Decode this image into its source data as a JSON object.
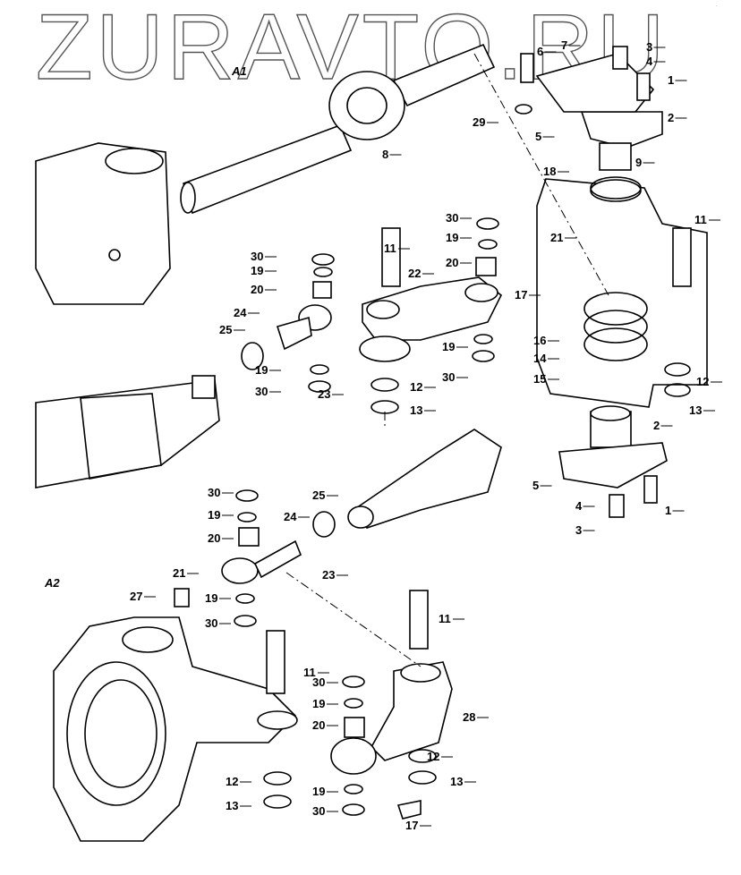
{
  "watermark": "ZURAVTO.RU",
  "groups": [
    {
      "id": "A1"
    },
    {
      "id": "A2"
    }
  ],
  "callouts": [
    {
      "n": "6"
    },
    {
      "n": "7"
    },
    {
      "n": "3"
    },
    {
      "n": "4"
    },
    {
      "n": "1"
    },
    {
      "n": "2"
    },
    {
      "n": "29"
    },
    {
      "n": "5"
    },
    {
      "n": "9"
    },
    {
      "n": "18"
    },
    {
      "n": "8"
    },
    {
      "n": "11"
    },
    {
      "n": "21"
    },
    {
      "n": "30"
    },
    {
      "n": "19"
    },
    {
      "n": "20"
    },
    {
      "n": "17"
    },
    {
      "n": "22"
    },
    {
      "n": "11"
    },
    {
      "n": "30"
    },
    {
      "n": "19"
    },
    {
      "n": "20"
    },
    {
      "n": "24"
    },
    {
      "n": "25"
    },
    {
      "n": "16"
    },
    {
      "n": "14"
    },
    {
      "n": "15"
    },
    {
      "n": "19"
    },
    {
      "n": "30"
    },
    {
      "n": "19"
    },
    {
      "n": "30"
    },
    {
      "n": "23"
    },
    {
      "n": "12"
    },
    {
      "n": "13"
    },
    {
      "n": "12"
    },
    {
      "n": "13"
    },
    {
      "n": "2"
    },
    {
      "n": "5"
    },
    {
      "n": "4"
    },
    {
      "n": "1"
    },
    {
      "n": "3"
    },
    {
      "n": "30"
    },
    {
      "n": "19"
    },
    {
      "n": "20"
    },
    {
      "n": "25"
    },
    {
      "n": "24"
    },
    {
      "n": "21"
    },
    {
      "n": "27"
    },
    {
      "n": "23"
    },
    {
      "n": "19"
    },
    {
      "n": "30"
    },
    {
      "n": "11"
    },
    {
      "n": "11"
    },
    {
      "n": "30"
    },
    {
      "n": "19"
    },
    {
      "n": "20"
    },
    {
      "n": "28"
    },
    {
      "n": "12"
    },
    {
      "n": "13"
    },
    {
      "n": "12"
    },
    {
      "n": "13"
    },
    {
      "n": "19"
    },
    {
      "n": "30"
    },
    {
      "n": "17"
    }
  ]
}
